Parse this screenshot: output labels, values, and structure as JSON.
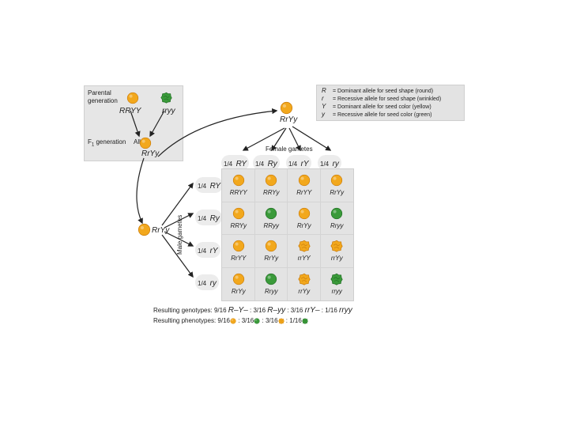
{
  "parental": {
    "label_line1": "Parental",
    "label_line2": "generation",
    "p1_genotype": "RRYY",
    "p2_genotype": "rryy",
    "f1_label_prefix": "F",
    "f1_label_sub": "1",
    "f1_label_suffix": " generation",
    "f1_all": "All",
    "f1_genotype": "RrYy"
  },
  "legend": {
    "rows": [
      {
        "symbol": "R",
        "text": "= Dominant allele for seed shape (round)"
      },
      {
        "symbol": "r",
        "text": "= Recessive allele for seed shape (wrinkled)"
      },
      {
        "symbol": "Y",
        "text": "= Dominant allele for seed color (yellow)"
      },
      {
        "symbol": "y",
        "text": "= Recessive allele for seed color (green)"
      }
    ]
  },
  "female_parent_genotype": "RrYy",
  "male_parent_genotype": "RrYy",
  "female_gametes_title": "Female gametes",
  "male_gametes_title": "Male gametes",
  "female_gametes": [
    {
      "frac": "1/4",
      "allele": "RY"
    },
    {
      "frac": "1/4",
      "allele": "Ry"
    },
    {
      "frac": "1/4",
      "allele": "rY"
    },
    {
      "frac": "1/4",
      "allele": "ry"
    }
  ],
  "male_gametes": [
    {
      "frac": "1/4",
      "allele": "RY"
    },
    {
      "frac": "1/4",
      "allele": "Ry"
    },
    {
      "frac": "1/4",
      "allele": "rY"
    },
    {
      "frac": "1/4",
      "allele": "ry"
    }
  ],
  "punnett": [
    [
      {
        "g": "RRYY",
        "pea": "round-yellow"
      },
      {
        "g": "RRYy",
        "pea": "round-yellow"
      },
      {
        "g": "RrYY",
        "pea": "round-yellow"
      },
      {
        "g": "RrYy",
        "pea": "round-yellow"
      }
    ],
    [
      {
        "g": "RRYy",
        "pea": "round-yellow"
      },
      {
        "g": "RRyy",
        "pea": "round-green"
      },
      {
        "g": "RrYy",
        "pea": "round-yellow"
      },
      {
        "g": "Rryy",
        "pea": "round-green"
      }
    ],
    [
      {
        "g": "RrYY",
        "pea": "round-yellow"
      },
      {
        "g": "RrYy",
        "pea": "round-yellow"
      },
      {
        "g": "rrYY",
        "pea": "wrinkled-yellow"
      },
      {
        "g": "rrYy",
        "pea": "wrinkled-yellow"
      }
    ],
    [
      {
        "g": "RrYy",
        "pea": "round-yellow"
      },
      {
        "g": "Rryy",
        "pea": "round-green"
      },
      {
        "g": "rrYy",
        "pea": "wrinkled-yellow"
      },
      {
        "g": "rryy",
        "pea": "wrinkled-green"
      }
    ]
  ],
  "results": {
    "genotypes_label": "Resulting genotypes:",
    "genotypes": [
      {
        "frac": "9/16",
        "g": "R–Y–"
      },
      {
        "frac": "3/16",
        "g": "R–yy"
      },
      {
        "frac": "3/16",
        "g": "rrY–"
      },
      {
        "frac": "1/16",
        "g": "rryy"
      }
    ],
    "phenotypes_label": "Resulting phenotypes:",
    "phenotypes": [
      {
        "frac": "9/16",
        "pea": "round-yellow"
      },
      {
        "frac": "3/16",
        "pea": "round-green"
      },
      {
        "frac": "3/16",
        "pea": "wrinkled-yellow"
      },
      {
        "frac": "1/16",
        "pea": "wrinkled-green"
      }
    ],
    "separator": ":"
  },
  "colors": {
    "yellow": "#f2a81d",
    "yellow_dark": "#c97a08",
    "green": "#3a9a3a",
    "green_dark": "#1f6b22"
  }
}
